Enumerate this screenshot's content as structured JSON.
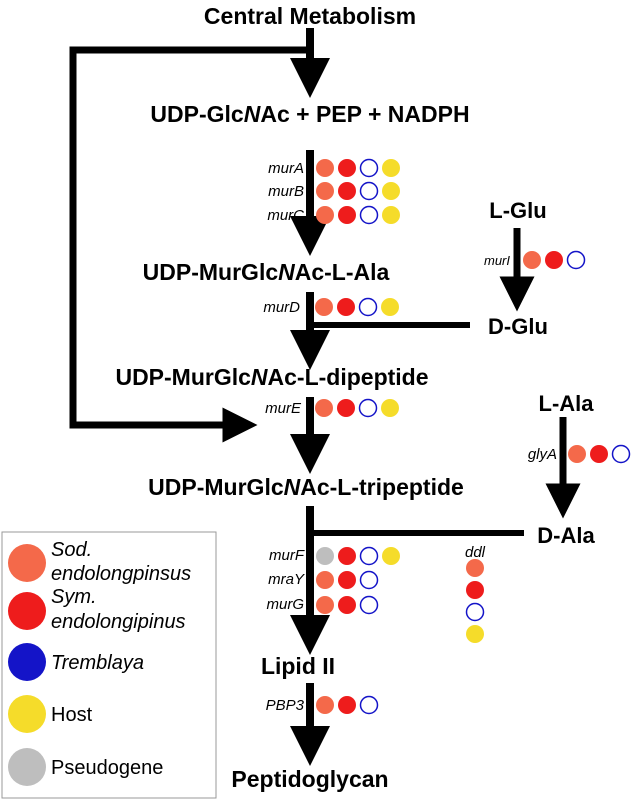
{
  "nodes": {
    "central_metabolism": "Central Metabolism",
    "substrates": {
      "a": "UDP-Glc",
      "b": "N",
      "c": "Ac + PEP + NADPH"
    },
    "ala": {
      "a": "UDP-MurGlc",
      "b": "N",
      "c": "Ac-L-Ala"
    },
    "dipeptide": {
      "a": "UDP-MurGlc",
      "b": "N",
      "c": "Ac-L-dipeptide"
    },
    "tripeptide": {
      "a": "UDP-MurGlc",
      "b": "N",
      "c": "Ac-L-tripeptide"
    },
    "lipid_ii": "Lipid II",
    "peptidoglycan": "Peptidoglycan",
    "l_glu": "L-Glu",
    "d_glu": "D-Glu",
    "l_ala": "L-Ala",
    "d_ala": "D-Ala"
  },
  "genes": {
    "murA": "murA",
    "murB": "murB",
    "murC": "murC",
    "murI": "murI",
    "murD": "murD",
    "murE": "murE",
    "glyA": "glyA",
    "murF": "murF",
    "mraY": "mraY",
    "murG": "murG",
    "ddl": "ddl",
    "PBP3": "PBP3"
  },
  "legend": {
    "sod_line1": "Sod.",
    "sod_line2": "endolongpinsus",
    "sym_line1": "Sym.",
    "sym_line2": "endolongipinus",
    "tremblaya": "Tremblaya",
    "host": "Host",
    "pseudogene": "Pseudogene"
  },
  "colors": {
    "sod": "#F4694A",
    "sym": "#EE1C1C",
    "tremblaya": "#1414C8",
    "host": "#F5DC2A",
    "pseudogene": "#BEBEBE"
  },
  "gene_presence": {
    "murA": [
      "sod",
      "sym",
      "tremblaya-empty",
      "host"
    ],
    "murB": [
      "sod",
      "sym",
      "tremblaya-empty",
      "host"
    ],
    "murC": [
      "sod",
      "sym",
      "tremblaya-empty",
      "host"
    ],
    "murI": [
      "sod",
      "sym",
      "tremblaya-empty"
    ],
    "murD": [
      "sod",
      "sym",
      "tremblaya-empty",
      "host"
    ],
    "murE": [
      "sod",
      "sym",
      "tremblaya-empty",
      "host"
    ],
    "glyA": [
      "sod",
      "sym",
      "tremblaya-empty"
    ],
    "murF": [
      "pseudogene",
      "sym",
      "tremblaya-empty",
      "host"
    ],
    "mraY": [
      "sod",
      "sym",
      "tremblaya-empty"
    ],
    "murG": [
      "sod",
      "sym",
      "tremblaya-empty"
    ],
    "ddl": [
      "sod",
      "sym",
      "tremblaya-empty",
      "host"
    ],
    "PBP3": [
      "sod",
      "sym",
      "tremblaya-empty"
    ]
  }
}
